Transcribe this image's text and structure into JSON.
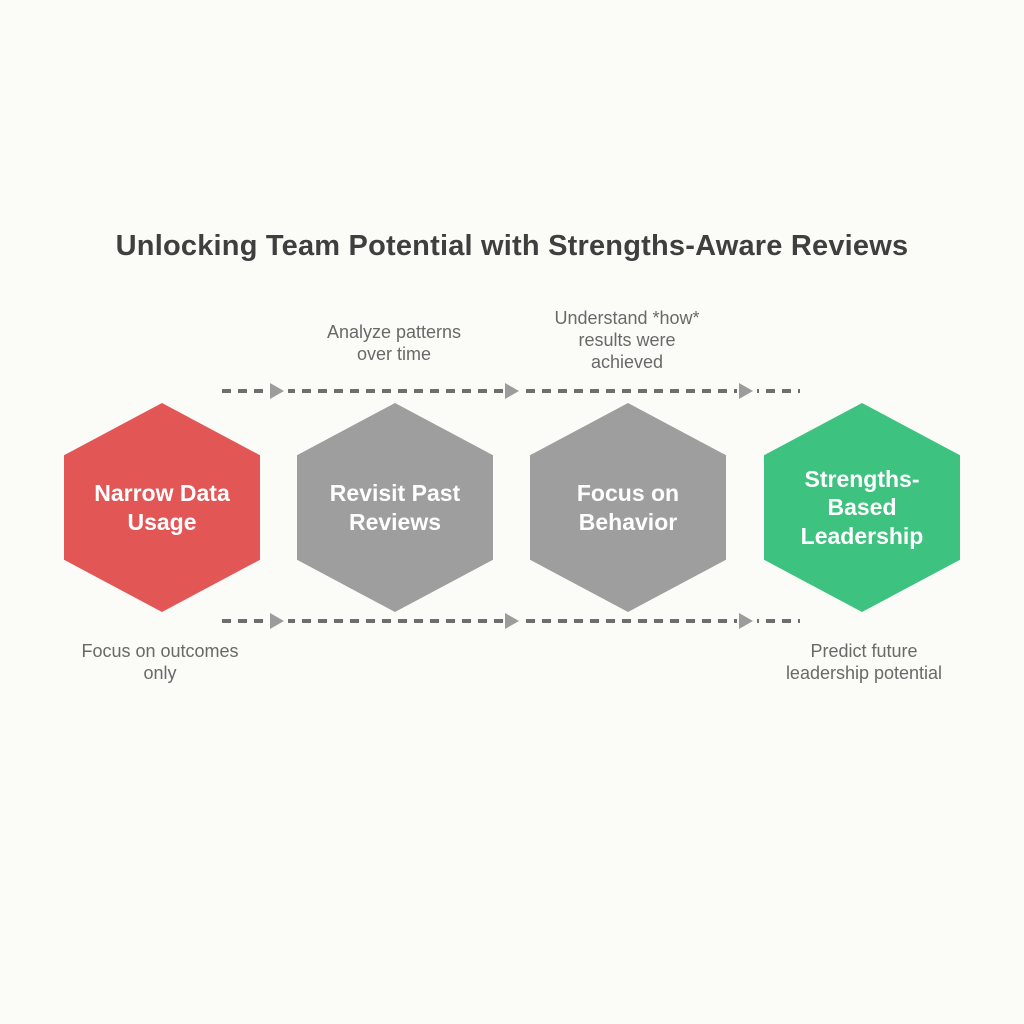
{
  "title": "Unlocking Team Potential with Strengths-Aware Reviews",
  "colors": {
    "background": "#FBFBF8",
    "title_text": "#3F3F3F",
    "note_text": "#696969",
    "dash_line": "#6E6E6E",
    "arrowhead": "#9C9C9C",
    "step_red": "#E25756",
    "step_gray": "#9E9E9E",
    "step_green": "#3EC27F",
    "hex_label_text": "#FFFFFF"
  },
  "steps": [
    {
      "id": "narrow-data-usage",
      "label": "Narrow Data\nUsage",
      "color": "#E25756"
    },
    {
      "id": "revisit-past-reviews",
      "label": "Revisit Past\nReviews",
      "color": "#9E9E9E"
    },
    {
      "id": "focus-on-behavior",
      "label": "Focus on\nBehavior",
      "color": "#9E9E9E"
    },
    {
      "id": "strengths-based-leadership",
      "label": "Strengths-\nBased\nLeadership",
      "color": "#3EC27F"
    }
  ],
  "annotations": {
    "top": [
      {
        "text": "Analyze patterns\nover time"
      },
      {
        "text": "Understand *how*\nresults were\nachieved"
      }
    ],
    "bottom": [
      {
        "text": "Focus on outcomes\nonly"
      },
      {
        "text": "Predict future\nleadership potential"
      }
    ]
  }
}
